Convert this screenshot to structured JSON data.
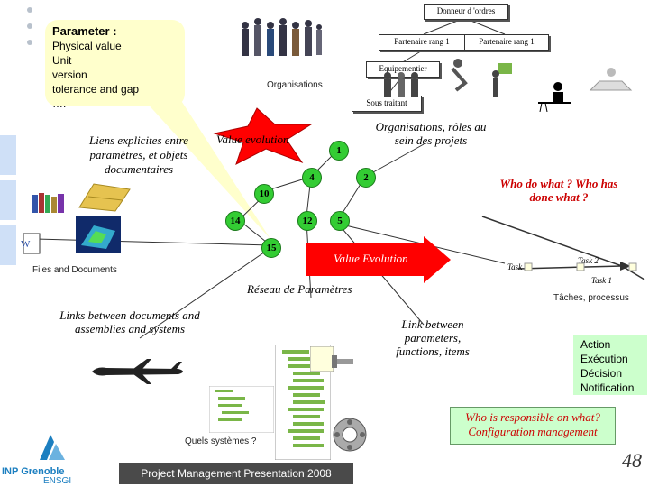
{
  "parameter": {
    "title": "Parameter",
    "lines": [
      "Physical value",
      "Unit",
      "version",
      "tolerance and gap",
      "…."
    ]
  },
  "org": {
    "donneur": "Donneur d 'ordres",
    "partenaire1": "Partenaire rang 1",
    "partenaire2": "Partenaire rang 1",
    "equipementier": "Equipementier",
    "organisations": "Organisations",
    "sous_traitant": "Sous traitant",
    "roles": "Organisations, rôles au sein des projets"
  },
  "left": {
    "liens": "Liens explicites entre paramètres, et objets documentaires",
    "files": "Files and Documents",
    "links_docs": "Links between documents and assemblies and systems",
    "quels": "Quels systèmes ?"
  },
  "network": {
    "value_evolution_star": "Value evolution",
    "value_evolution_arrow": "Value Evolution",
    "reseau": "Réseau de Paramètres",
    "nodes": [
      "1",
      "4",
      "2",
      "10",
      "14",
      "12",
      "5",
      "15"
    ]
  },
  "tasks": {
    "who": "Who do what ? Who has done what ?",
    "task3": "Task 3",
    "task2": "Task 2",
    "task1": "Task 1",
    "taches": "Tâches, processus"
  },
  "center": {
    "link_params": "Link between parameters, functions, items",
    "who_resp": "Who is responsible on what? Configuration management"
  },
  "actions": [
    "Action",
    "Exécution",
    "Décision",
    "Notification"
  ],
  "footer": {
    "pm": "Project Management  Presentation 2008",
    "page": "48",
    "logo_top": "INP Grenoble",
    "logo_bottom": "ENSGI"
  },
  "colors": {
    "callout": "#ffffcc",
    "node": "#33cc33",
    "red": "#cc0000",
    "green_box": "#ccffcc"
  }
}
